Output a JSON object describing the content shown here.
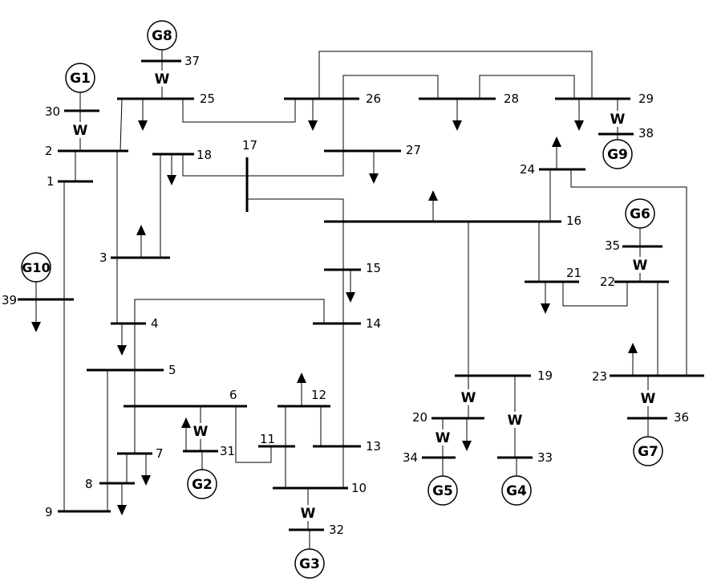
{
  "buses": [
    {
      "id": "b1",
      "label": "1"
    },
    {
      "id": "b2",
      "label": "2"
    },
    {
      "id": "b3",
      "label": "3"
    },
    {
      "id": "b4",
      "label": "4"
    },
    {
      "id": "b5",
      "label": "5"
    },
    {
      "id": "b6",
      "label": "6"
    },
    {
      "id": "b7",
      "label": "7"
    },
    {
      "id": "b8",
      "label": "8"
    },
    {
      "id": "b9",
      "label": "9"
    },
    {
      "id": "b10",
      "label": "10"
    },
    {
      "id": "b11",
      "label": "11"
    },
    {
      "id": "b12",
      "label": "12"
    },
    {
      "id": "b13",
      "label": "13"
    },
    {
      "id": "b14",
      "label": "14"
    },
    {
      "id": "b15",
      "label": "15"
    },
    {
      "id": "b16",
      "label": "16"
    },
    {
      "id": "b17",
      "label": "17"
    },
    {
      "id": "b18",
      "label": "18"
    },
    {
      "id": "b19",
      "label": "19"
    },
    {
      "id": "b20",
      "label": "20"
    },
    {
      "id": "b21",
      "label": "21"
    },
    {
      "id": "b22",
      "label": "22"
    },
    {
      "id": "b23",
      "label": "23"
    },
    {
      "id": "b24",
      "label": "24"
    },
    {
      "id": "b25",
      "label": "25"
    },
    {
      "id": "b26",
      "label": "26"
    },
    {
      "id": "b27",
      "label": "27"
    },
    {
      "id": "b28",
      "label": "28"
    },
    {
      "id": "b29",
      "label": "29"
    },
    {
      "id": "b30",
      "label": "30"
    },
    {
      "id": "b31",
      "label": "31"
    },
    {
      "id": "b32",
      "label": "32"
    },
    {
      "id": "b33",
      "label": "33"
    },
    {
      "id": "b34",
      "label": "34"
    },
    {
      "id": "b35",
      "label": "35"
    },
    {
      "id": "b36",
      "label": "36"
    },
    {
      "id": "b37",
      "label": "37"
    },
    {
      "id": "b38",
      "label": "38"
    },
    {
      "id": "b39",
      "label": "39"
    }
  ],
  "generators": [
    {
      "id": "G1",
      "label": "G1"
    },
    {
      "id": "G2",
      "label": "G2"
    },
    {
      "id": "G3",
      "label": "G3"
    },
    {
      "id": "G4",
      "label": "G4"
    },
    {
      "id": "G5",
      "label": "G5"
    },
    {
      "id": "G6",
      "label": "G6"
    },
    {
      "id": "G7",
      "label": "G7"
    },
    {
      "id": "G8",
      "label": "G8"
    },
    {
      "id": "G9",
      "label": "G9"
    },
    {
      "id": "G10",
      "label": "G10"
    }
  ],
  "wind_label": "W"
}
